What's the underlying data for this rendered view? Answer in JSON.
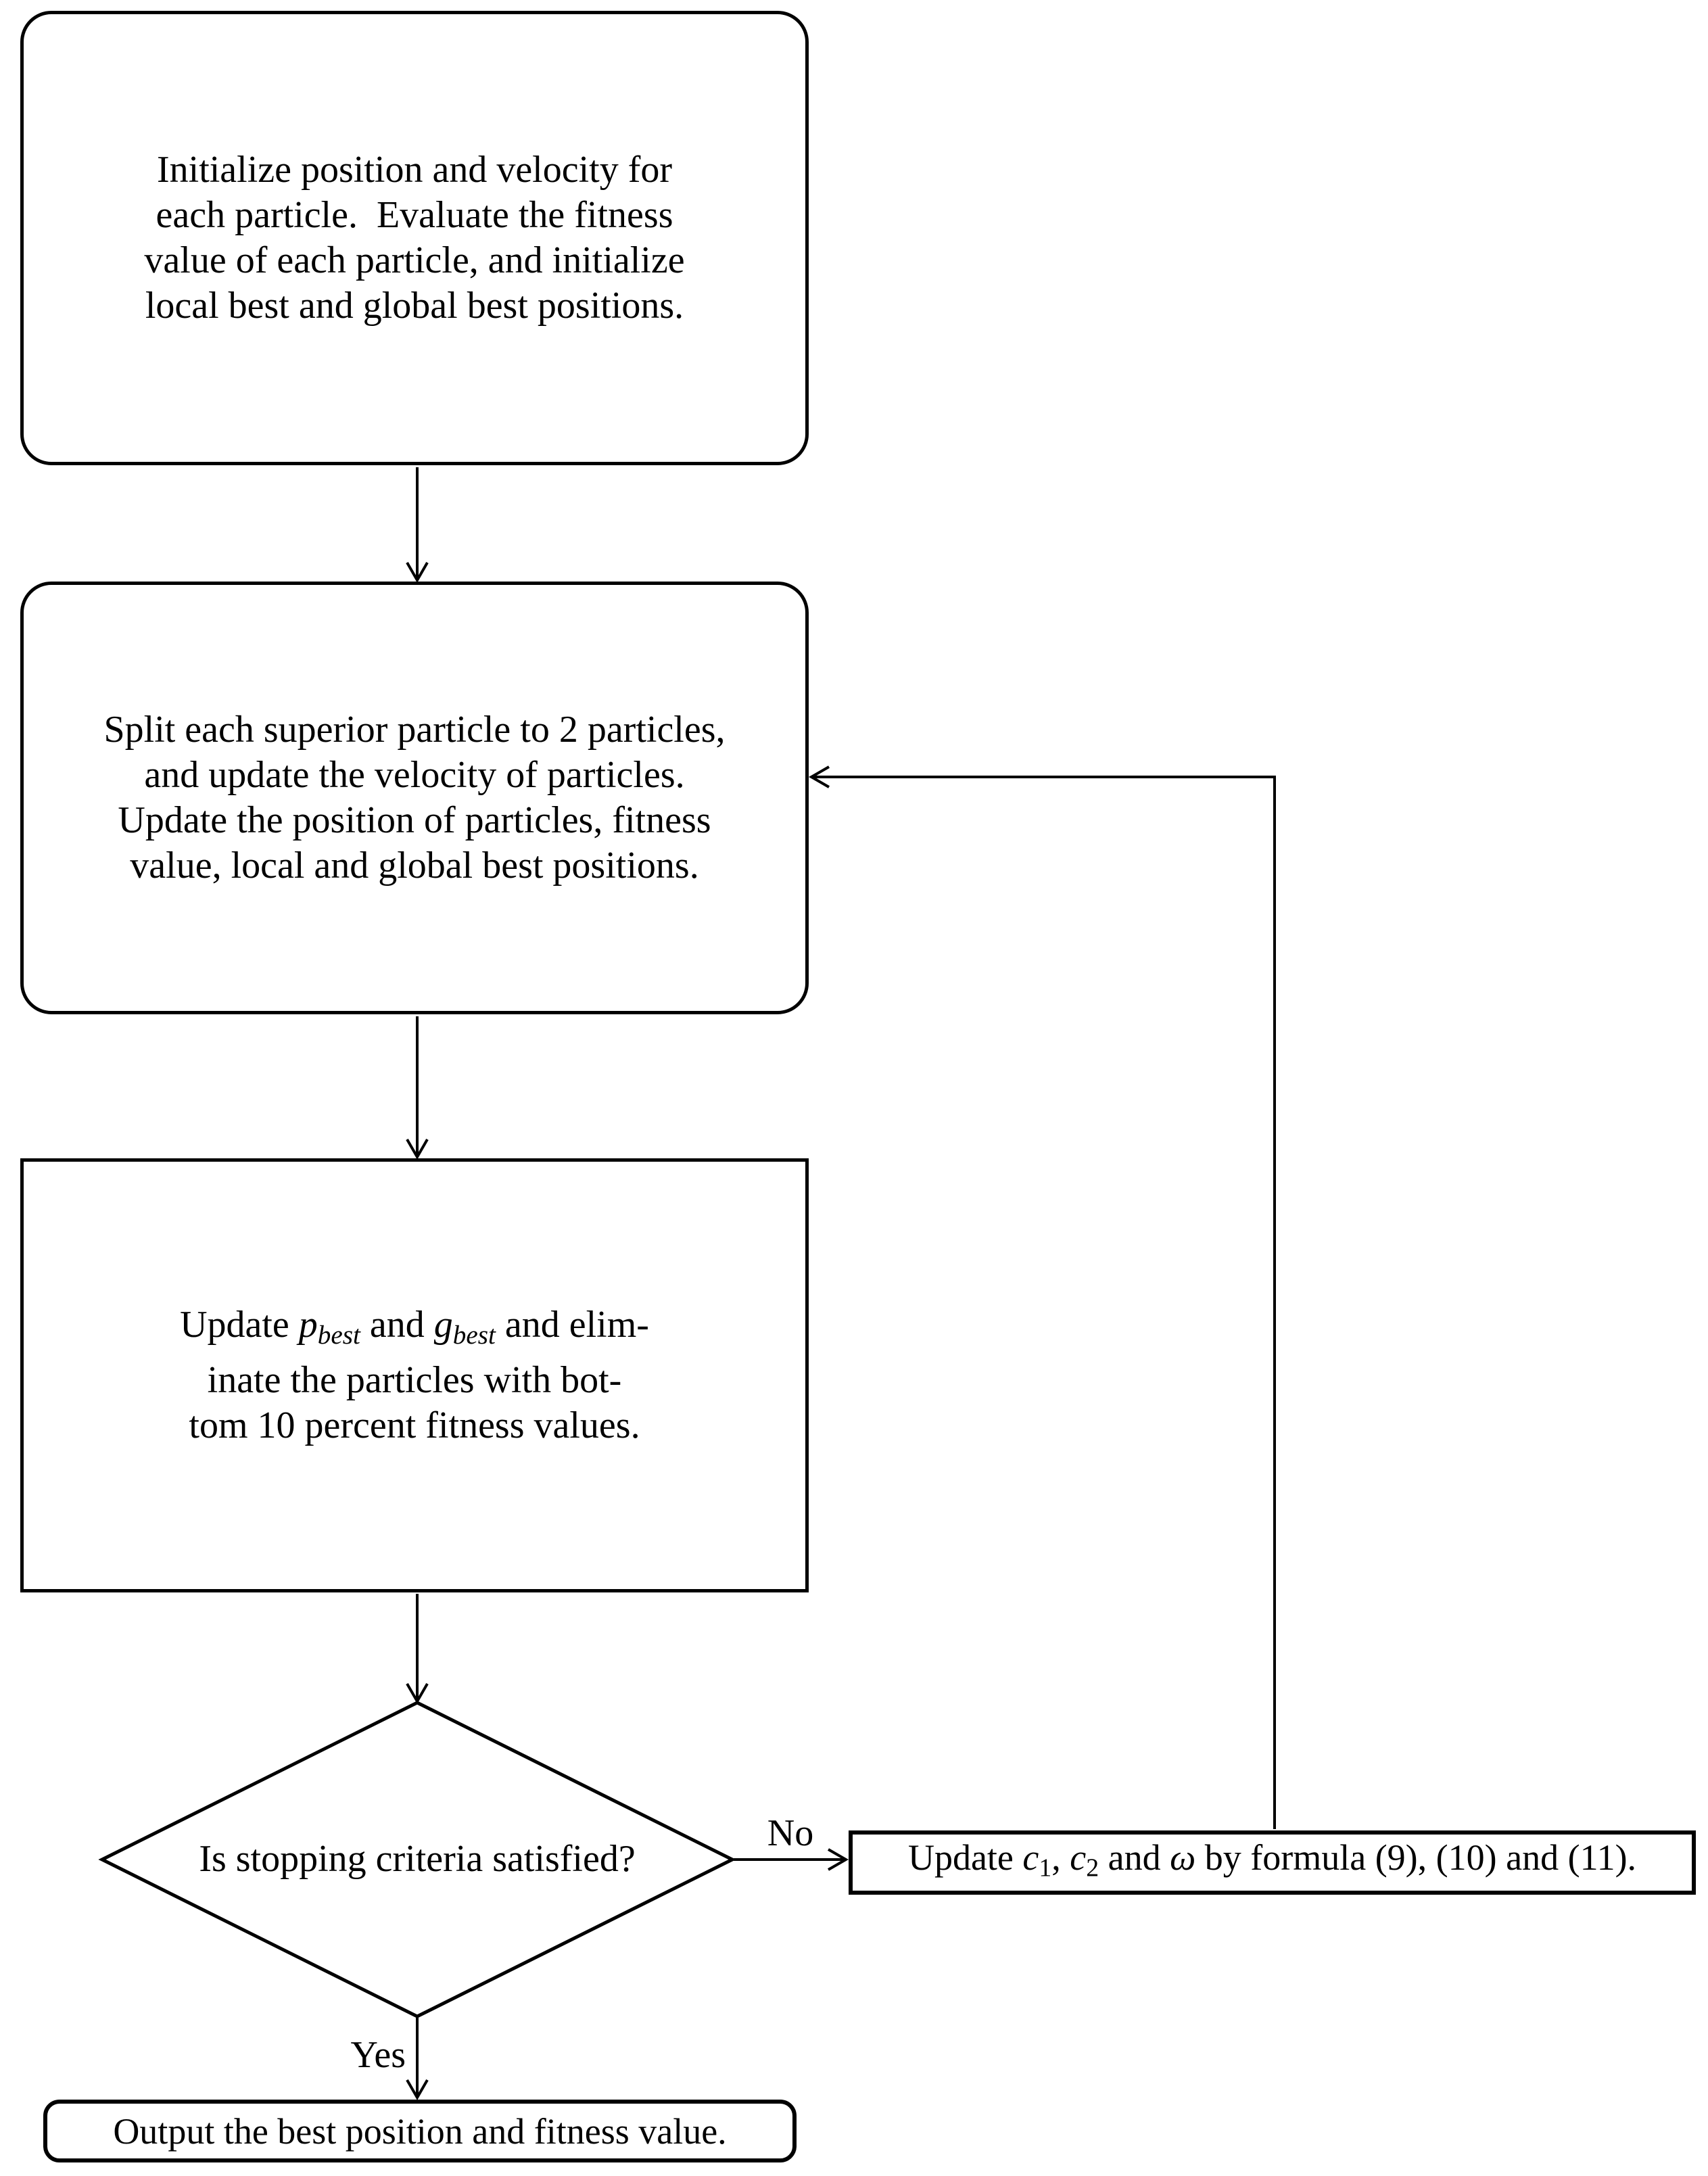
{
  "colors": {
    "ink": "#000000",
    "background": "#ffffff"
  },
  "flowchart": {
    "init_box": {
      "lines": [
        "Initialize position and velocity for",
        "each particle.  Evaluate the fitness",
        "value of each particle, and initialize",
        "local best and global best positions."
      ]
    },
    "split_box": {
      "lines": [
        "Split each superior particle to 2 particles,",
        "and update the velocity of particles.",
        "Update the position of particles, fitness",
        "value, local and global best positions."
      ]
    },
    "eliminate_box": {
      "lines_runs": [
        [
          {
            "t": "Update "
          },
          {
            "t": "p",
            "c": "it"
          },
          {
            "t": "best",
            "c": "it sub"
          },
          {
            "t": " and "
          },
          {
            "t": "g",
            "c": "it"
          },
          {
            "t": "best",
            "c": "it sub"
          },
          {
            "t": " and elim-"
          }
        ],
        [
          {
            "t": "inate the particles with bot-"
          }
        ],
        [
          {
            "t": "tom 10 percent fitness values."
          }
        ]
      ]
    },
    "decision_diamond": {
      "question": "Is stopping criteria satisfied?"
    },
    "no_label": "No",
    "yes_label": "Yes",
    "formula_box": {
      "runs": [
        {
          "t": "Update "
        },
        {
          "t": "c",
          "c": "it"
        },
        {
          "t": "1",
          "c": "sub"
        },
        {
          "t": ", "
        },
        {
          "t": "c",
          "c": "it"
        },
        {
          "t": "2",
          "c": "sub"
        },
        {
          "t": " and "
        },
        {
          "t": "ω",
          "c": "it"
        },
        {
          "t": " by formula (9), (10) and (11)."
        }
      ]
    },
    "output_box": {
      "text": "Output the best position and fitness value."
    }
  }
}
